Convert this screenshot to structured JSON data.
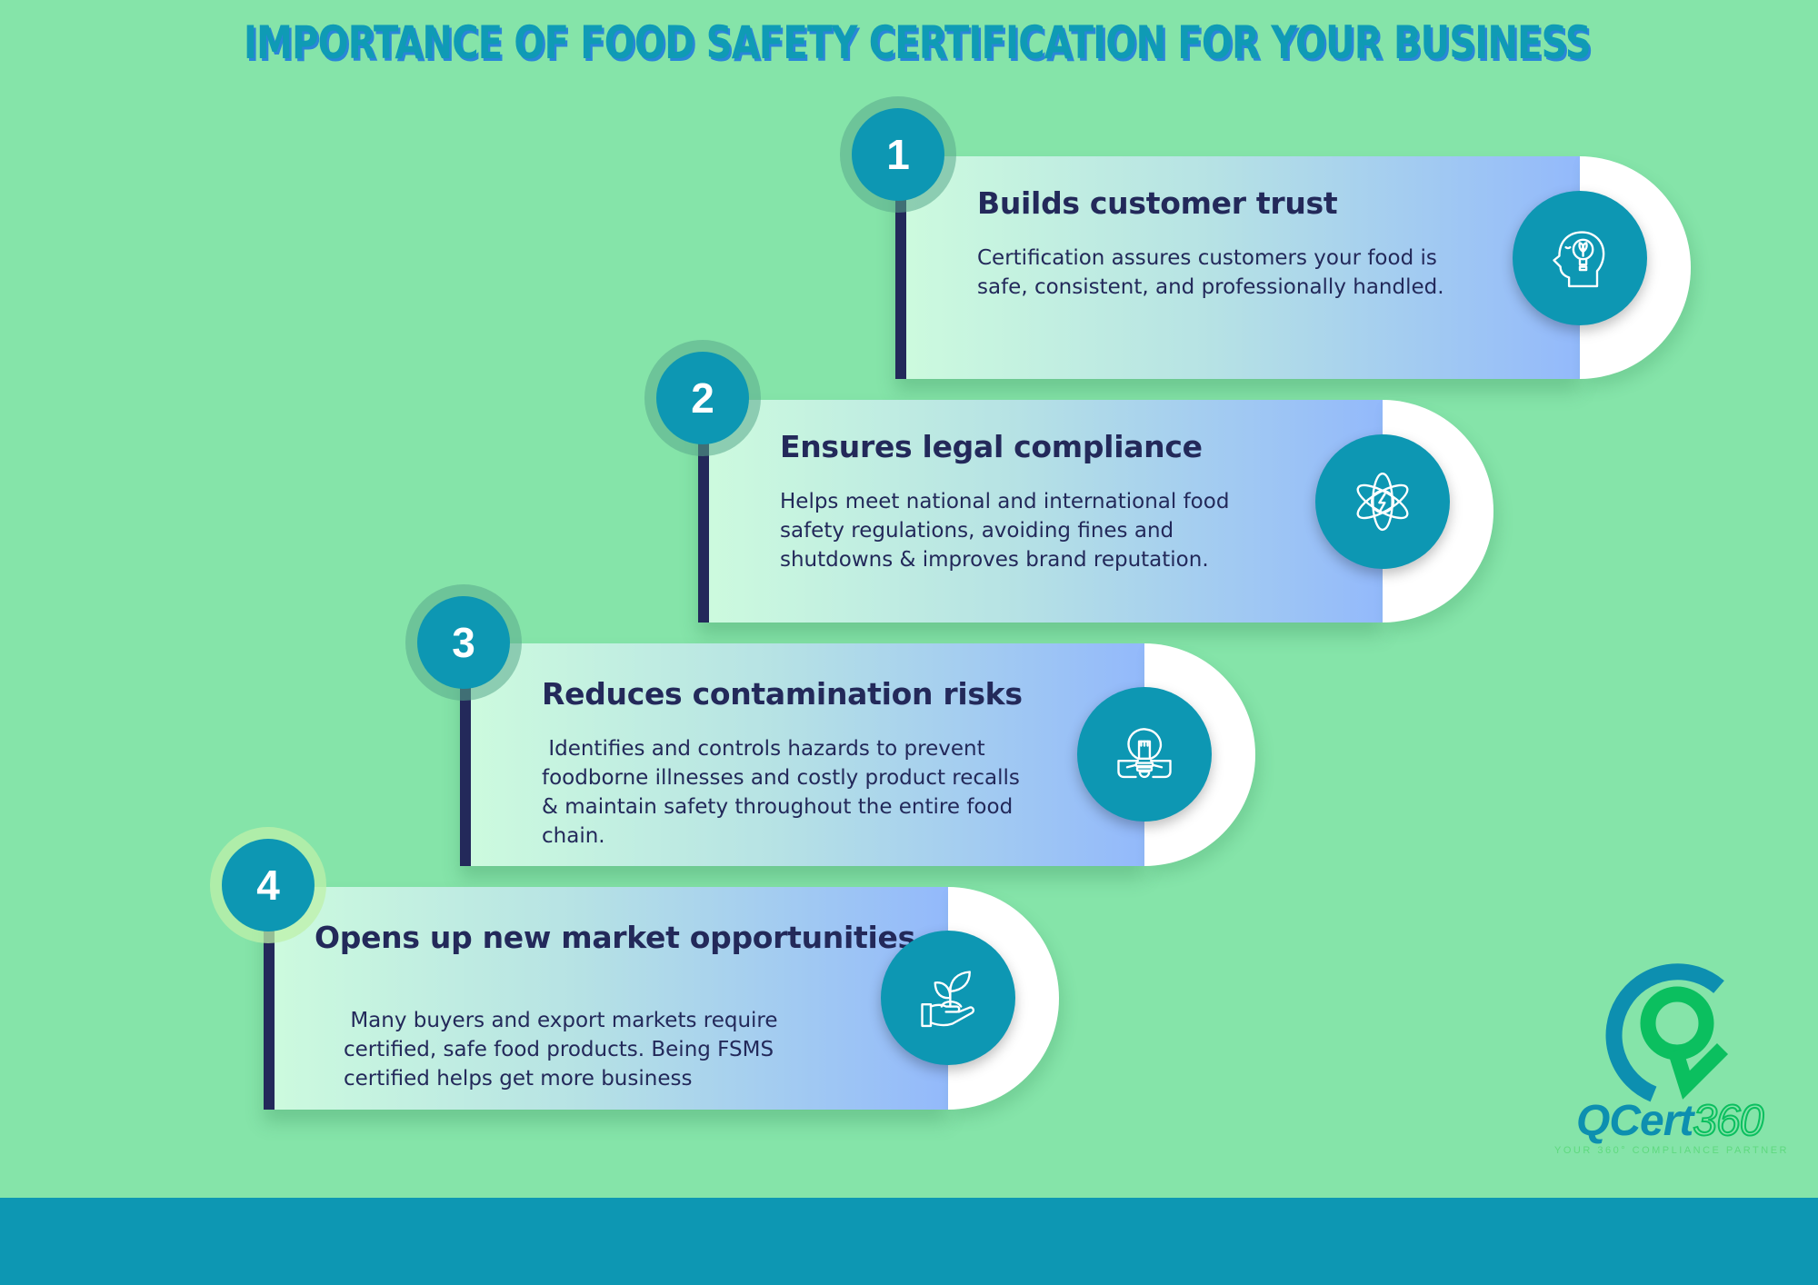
{
  "title": "Importance of Food Safety Certification for Your Business",
  "colors": {
    "background": "#85e4a9",
    "accent_teal": "#0d97b3",
    "navy_text": "#23295a",
    "gradient_start": "#cdfbde",
    "gradient_end": "#93b9fb",
    "logo_green": "#0bbf5f"
  },
  "cards": [
    {
      "number": "1",
      "heading": "Builds customer trust",
      "body": "Certification assures customers your food is\nsafe, consistent, and professionally handled.",
      "icon": "head-lightbulb-icon"
    },
    {
      "number": "2",
      "heading": "Ensures legal compliance",
      "body": "Helps meet national and international food\nsafety regulations, avoiding fines and\nshutdowns & improves brand reputation.",
      "icon": "atom-lightning-icon"
    },
    {
      "number": "3",
      "heading": "Reduces contamination risks",
      "body": " Identifies and controls hazards to prevent\nfoodborne illnesses and costly product recalls\n& maintain safety throughout the entire food\nchain.",
      "icon": "eco-lightbulb-icon"
    },
    {
      "number": "4",
      "heading": "Opens up new market opportunities",
      "body": " Many buyers and export markets require\ncertified, safe food products. Being FSMS\ncertified helps get more business",
      "icon": "hand-plant-icon"
    }
  ],
  "logo": {
    "brand_main": "QCert",
    "brand_num": "360",
    "tagline": "YOUR 360° COMPLIANCE PARTNER"
  }
}
